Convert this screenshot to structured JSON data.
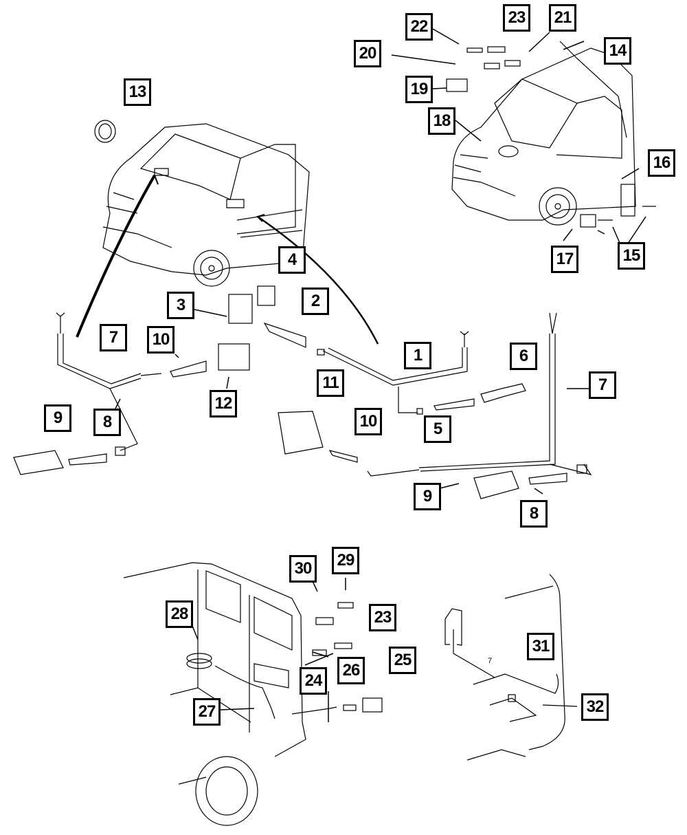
{
  "diagram": {
    "title": "Wiring harness and connector parts diagram",
    "colors": {
      "ink": "#000000",
      "background": "#ffffff"
    },
    "callouts": [
      {
        "id": "c1",
        "label": "1"
      },
      {
        "id": "c2",
        "label": "2"
      },
      {
        "id": "c3",
        "label": "3"
      },
      {
        "id": "c4",
        "label": "4"
      },
      {
        "id": "c5",
        "label": "5"
      },
      {
        "id": "c6",
        "label": "6"
      },
      {
        "id": "c7a",
        "label": "7"
      },
      {
        "id": "c7b",
        "label": "7"
      },
      {
        "id": "c8a",
        "label": "8"
      },
      {
        "id": "c8b",
        "label": "8"
      },
      {
        "id": "c9a",
        "label": "9"
      },
      {
        "id": "c9b",
        "label": "9"
      },
      {
        "id": "c10a",
        "label": "10"
      },
      {
        "id": "c10b",
        "label": "10"
      },
      {
        "id": "c11",
        "label": "11"
      },
      {
        "id": "c12",
        "label": "12"
      },
      {
        "id": "c13",
        "label": "13"
      },
      {
        "id": "c14",
        "label": "14"
      },
      {
        "id": "c15",
        "label": "15"
      },
      {
        "id": "c16",
        "label": "16"
      },
      {
        "id": "c17",
        "label": "17"
      },
      {
        "id": "c18",
        "label": "18"
      },
      {
        "id": "c19",
        "label": "19"
      },
      {
        "id": "c20",
        "label": "20"
      },
      {
        "id": "c21",
        "label": "21"
      },
      {
        "id": "c22",
        "label": "22"
      },
      {
        "id": "c23a",
        "label": "23"
      },
      {
        "id": "c23b",
        "label": "23"
      },
      {
        "id": "c24",
        "label": "24"
      },
      {
        "id": "c25",
        "label": "25"
      },
      {
        "id": "c26",
        "label": "26"
      },
      {
        "id": "c27",
        "label": "27"
      },
      {
        "id": "c28",
        "label": "28"
      },
      {
        "id": "c29",
        "label": "29"
      },
      {
        "id": "c30",
        "label": "30"
      },
      {
        "id": "c31",
        "label": "31"
      },
      {
        "id": "c32",
        "label": "32"
      }
    ],
    "inline_labels": [
      {
        "id": "harness-tag-7",
        "text": "7"
      }
    ]
  }
}
